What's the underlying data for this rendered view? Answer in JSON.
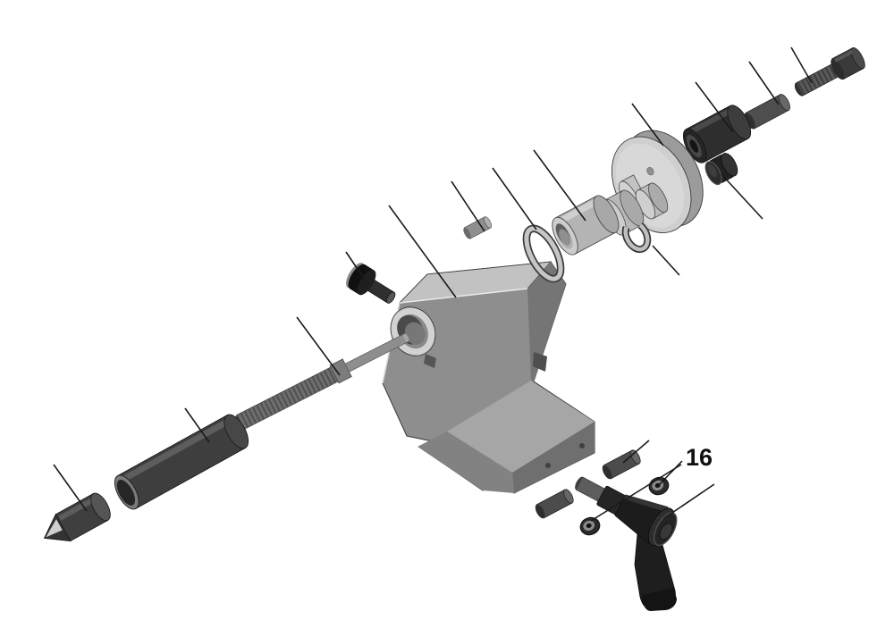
{
  "figure": {
    "type": "exploded-parts-diagram",
    "background": "#ffffff",
    "line_color": "#1a1a1a",
    "light_part_color": "#c8c8c8",
    "mid_part_color": "#8f8f8f",
    "dark_part_color": "#222222",
    "callouts": [
      {
        "label": "16"
      }
    ],
    "parts": [
      "dead-center",
      "quill-sleeve",
      "threaded-spindle",
      "thumb-screw",
      "tailstock-body",
      "small-pin",
      "retaining-ring",
      "bushing",
      "collar-with-hole",
      "collar",
      "hub",
      "handwheel-flange",
      "c-clip",
      "dark-cylinder",
      "cap-knob",
      "stud-pin",
      "socket-head-bolt",
      "base-pin-upper",
      "base-pin-lower",
      "lock-nut-upper",
      "lock-nut-lower",
      "clamp-handle"
    ]
  }
}
